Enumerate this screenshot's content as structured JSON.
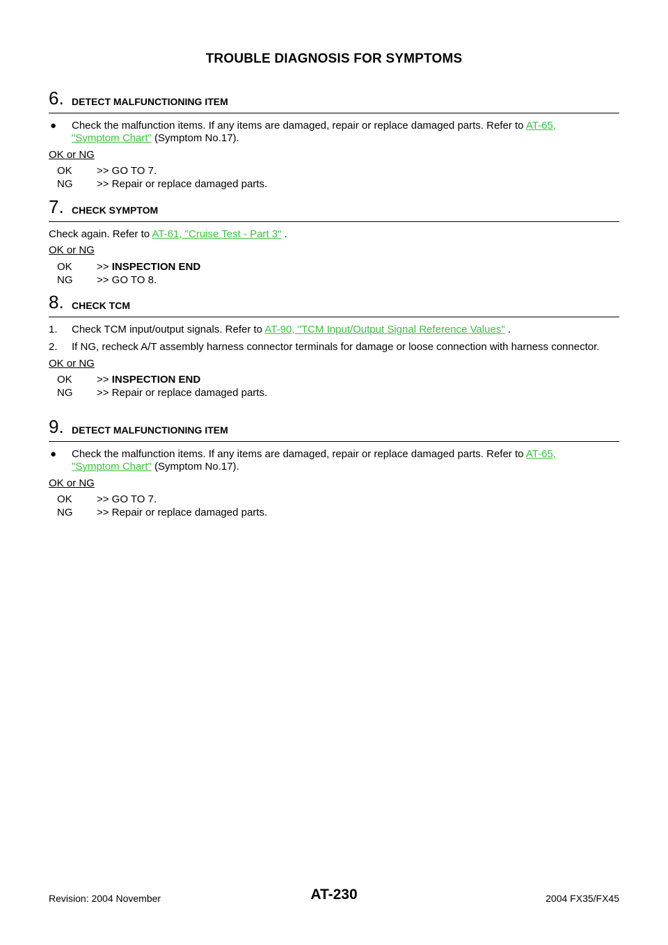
{
  "header": {
    "title": "TROUBLE DIAGNOSIS FOR SYMPTOMS"
  },
  "steps": [
    {
      "number": "6.",
      "heading": "DETECT MALFUNCTIONING ITEM",
      "bullet": "●",
      "text_before": "Check the malfunction items. If any items are damaged, repair or replace damaged parts. Refer to ",
      "link_a": "AT-65,",
      "link_b": "\"Symptom Chart\"",
      "text_after": "  (Symptom No.17).",
      "oknglabel": "OK or NG",
      "results": [
        {
          "code": "OK",
          "text": ">> GO TO 7."
        },
        {
          "code": "NG",
          "text": ">> Repair or replace damaged parts."
        }
      ]
    },
    {
      "number": "7.",
      "heading": "CHECK SYMPTOM",
      "text_before": "Check again. Refer to ",
      "link": "AT-61, \"Cruise Test - Part 3\"",
      "text_after": " .",
      "oknglabel": "OK or NG",
      "results": [
        {
          "code": "OK",
          "prefix": ">> ",
          "text": "INSPECTION END"
        },
        {
          "code": "NG",
          "text": ">> GO TO 8."
        }
      ]
    },
    {
      "number": "8.",
      "heading": "CHECK TCM",
      "items": [
        {
          "num": "1.",
          "text_before": "Check TCM input/output signals. Refer to ",
          "link": "AT-90, \"TCM Input/Output Signal Reference Values\"",
          "text_after": " ."
        },
        {
          "num": "2.",
          "text": "If NG, recheck A/T assembly harness connector terminals for damage or loose connection with harness connector."
        }
      ],
      "oknglabel": "OK or NG",
      "results": [
        {
          "code": "OK",
          "prefix": ">> ",
          "text": "INSPECTION END"
        },
        {
          "code": "NG",
          "text": ">> Repair or replace damaged parts."
        }
      ]
    },
    {
      "number": "9.",
      "heading": "DETECT MALFUNCTIONING ITEM",
      "bullet": "●",
      "text_before": "Check the malfunction items. If any items are damaged, repair or replace damaged parts. Refer to ",
      "link_a": "AT-65,",
      "link_b": "\"Symptom Chart\"",
      "text_after": "  (Symptom No.17).",
      "oknglabel": "OK or NG",
      "results": [
        {
          "code": "OK",
          "text": ">> GO TO 7."
        },
        {
          "code": "NG",
          "text": ">> Repair or replace damaged parts."
        }
      ]
    }
  ],
  "footer": {
    "revision": "Revision: 2004 November",
    "page": "AT-230",
    "model": "2004 FX35/FX45"
  }
}
